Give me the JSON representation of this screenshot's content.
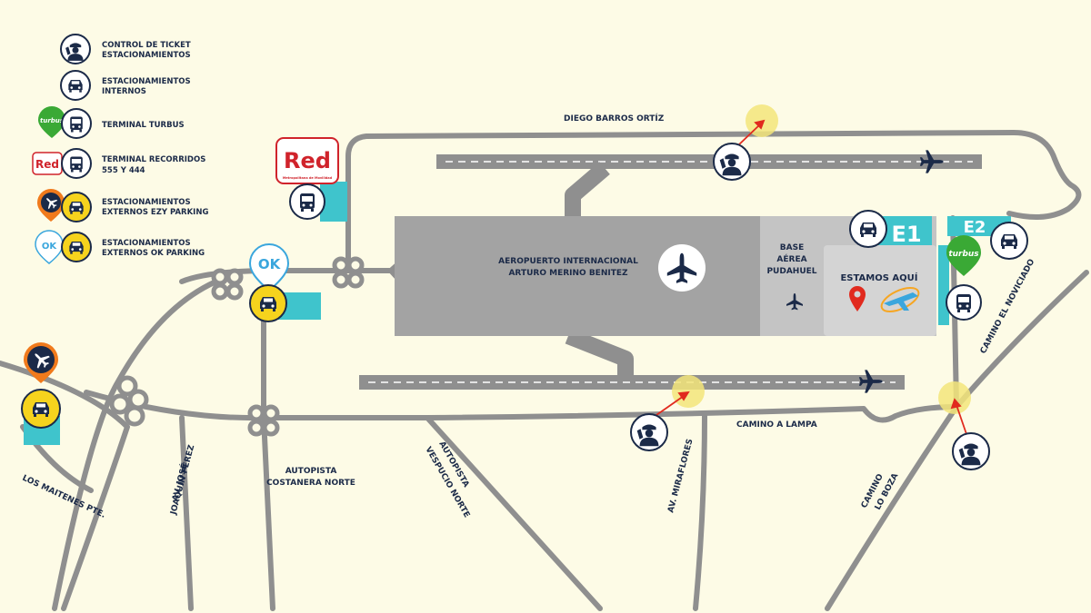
{
  "colors": {
    "background": "#fdfbe6",
    "road": "#8f8f8f",
    "runway": "#8f8f8f",
    "terminal": "#a3a3a3",
    "base": "#c4c4c4",
    "estamos": "#d4d4d4",
    "navy": "#1b2a48",
    "cyan": "#3fc4cc",
    "turbus_green": "#3aa935",
    "red_brand": "#d0232b",
    "ezy_orange": "#f07a1c",
    "ok_blue": "#3aa6dd",
    "yellow_icon": "#f6d31d",
    "highlight": "#f3e57a",
    "arrow": "#e12a1e"
  },
  "legend": [
    {
      "icon": "ticket-control-icon",
      "line1": "CONTROL DE TICKET",
      "line2": "ESTACIONAMIENTOS"
    },
    {
      "icon": "car-icon",
      "line1": "ESTACIONAMIENTOS",
      "line2": "INTERNOS"
    },
    {
      "icon": "turbus-bus-icon",
      "line1": "TERMINAL TURBUS",
      "line2": ""
    },
    {
      "icon": "red-bus-icon",
      "line1": "TERMINAL RECORRIDOS",
      "line2": "555 Y 444"
    },
    {
      "icon": "ezy-parking-icon",
      "line1": "ESTACIONAMIENTOS",
      "line2": "EXTERNOS EZY PARKING"
    },
    {
      "icon": "ok-parking-icon",
      "line1": "ESTACIONAMIENTOS",
      "line2": "EXTERNOS OK PARKING"
    }
  ],
  "brands": {
    "turbus": "turbus",
    "red": "Red",
    "red_tag": "Metropolitana de Movilidad",
    "ok": "OK"
  },
  "map": {
    "airport_line1": "AEROPUERTO INTERNACIONAL",
    "airport_line2": "ARTURO MERINO BENITEZ",
    "base_line1": "BASE",
    "base_line2": "AÉREA",
    "base_line3": "PUDAHUEL",
    "estamos_aqui": "ESTAMOS AQUÍ",
    "e1": "E1",
    "e2": "E2"
  },
  "streets": {
    "diego_barros": "DIEGO BARROS ORTÍZ",
    "camino_lampa": "CAMINO A LAMPA",
    "camino_noviciado": "CAMINO EL NOVICIADO",
    "camino_loboza_1": "CAMINO",
    "camino_loboza_2": "LO BOZA",
    "miraflores": "AV. MIRAFLORES",
    "vespucio_1": "AUTOPISTA",
    "vespucio_2": "VESPUCIO NORTE",
    "costanera_1": "AUTOPISTA",
    "costanera_2": "COSTANERA NORTE",
    "joaquin_1": "AV. JOSÉ",
    "joaquin_2": "JOAQUÍN PÉREZ",
    "maitenes": "LOS MAITENES PTE."
  }
}
